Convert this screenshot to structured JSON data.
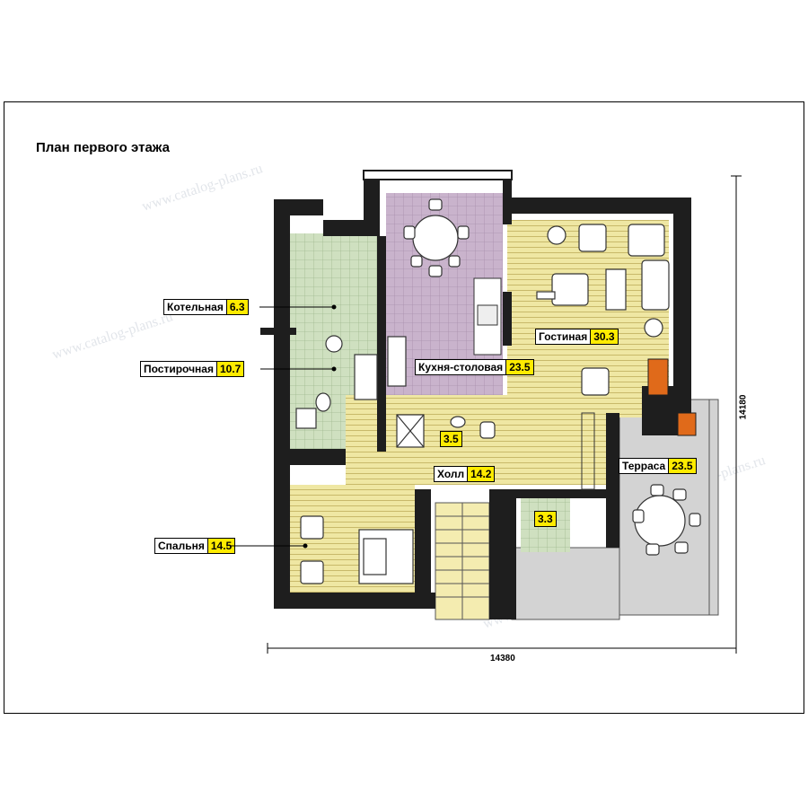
{
  "title": "План первого этажа",
  "watermark": "www.catalog-plans.ru",
  "rooms": [
    {
      "name": "Котельная",
      "area": "6.3"
    },
    {
      "name": "Постирочная",
      "area": "10.7"
    },
    {
      "name": "Кухня-столовая",
      "area": "23.5"
    },
    {
      "name": "Гостиная",
      "area": "30.3"
    },
    {
      "name": "",
      "area": "3.5"
    },
    {
      "name": "Холл",
      "area": "14.2"
    },
    {
      "name": "Терраса",
      "area": "23.5"
    },
    {
      "name": "",
      "area": "3.3"
    },
    {
      "name": "Спальня",
      "area": "14.5"
    }
  ],
  "dimensions": {
    "width": "14380",
    "height": "14180"
  },
  "colors": {
    "wall": "#1e1e1e",
    "kitchen": "#c9b3cc",
    "living": "#efe7a3",
    "boiler": "#cfe0c0",
    "bath": "#cfe0ec",
    "terrace": "#d3d3d3",
    "fireplace": "#e06a1a",
    "label_area": "#ffeb00"
  }
}
